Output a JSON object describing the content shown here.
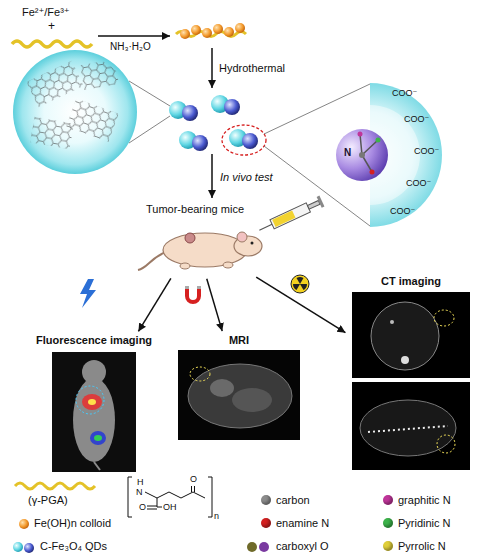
{
  "diagram": {
    "nodes": [
      {
        "text": [
          "Tumor-bearing mice"
        ]
      },
      {
        "text": [
          "Fluorescence imaging"
        ]
      },
      {
        "text": [
          "MRI"
        ]
      },
      {
        "text": [
          "CT imaging"
        ]
      }
    ],
    "edges": [
      {
        "from": 0,
        "to": 1,
        "arrow": "to"
      },
      {
        "from": 0,
        "to": 2,
        "arrow": "to"
      },
      {
        "from": 0,
        "to": 3,
        "arrow": "to"
      }
    ],
    "labels": [
      "Fe²⁺/Fe³⁺",
      "+",
      "NH₃·H₂O",
      "Hydrothermal",
      "COO⁻",
      "COO⁻",
      "COO⁻",
      "COO⁻",
      "COO⁻",
      "N",
      "In vivo test",
      "H",
      "N",
      "O",
      "O",
      "OH",
      "n"
    ],
    "legend": [
      {
        "text": "(γ-PGA)"
      },
      {
        "text": "carbon",
        "color": "#8c8c8c"
      },
      {
        "text": "graphitic N",
        "color": "#c0359a"
      },
      {
        "text": "Fe(OH)n colloid"
      },
      {
        "text": "enamine N",
        "color": "#d42020"
      },
      {
        "text": "Pyridinic N",
        "color": "#3cb34a"
      },
      {
        "text": "C-Fe₃O₄ QDs"
      },
      {
        "text": "carboxyl O"
      },
      {
        "text": "Pyrrolic N",
        "color": "#e0cf3a"
      }
    ]
  }
}
